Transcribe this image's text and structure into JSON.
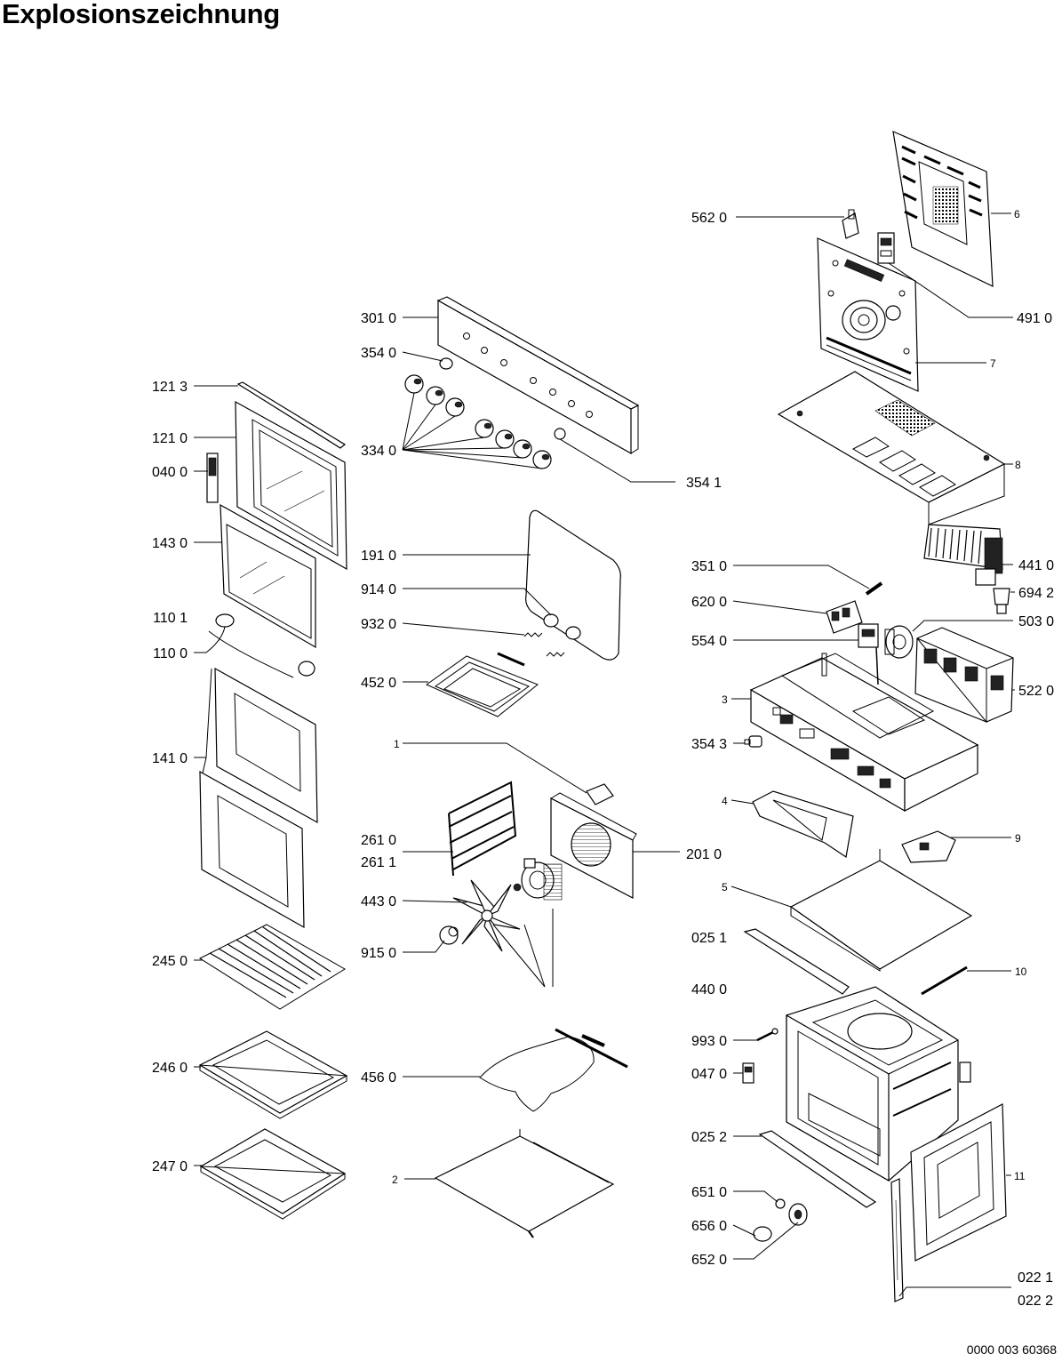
{
  "header": {
    "title": "Explosionszeichnung"
  },
  "footer": {
    "document_code": "0000 003 60368"
  },
  "labels": {
    "l5620": "562 0",
    "l6": "6",
    "l4910": "491 0",
    "l7": "7",
    "l8": "8",
    "l3010": "301 0",
    "l3540": "354 0",
    "l1213": "121 3",
    "l1210": "121 0",
    "l0400": "040 0",
    "l3340": "334 0",
    "l3541": "354 1",
    "l1430": "143 0",
    "l1910": "191 0",
    "l4410": "441 0",
    "l3510": "351 0",
    "l6942": "694 2",
    "l6200": "620 0",
    "l9140": "914 0",
    "l5030": "503 0",
    "l1101": "110 1",
    "l9320": "932 0",
    "l5540": "554 0",
    "l1100": "110 0",
    "l4520": "452 0",
    "l5220": "522 0",
    "l3": "3",
    "l3543": "354 3",
    "l1": "1",
    "l1410": "141 0",
    "l4": "4",
    "l9": "9",
    "l2610": "261 0",
    "l2611": "261 1",
    "l2010": "201 0",
    "l5": "5",
    "l4430": "443 0",
    "l0251": "025 1",
    "l9150": "915 0",
    "l2450": "245 0",
    "l10": "10",
    "l4400": "440 0",
    "l9930": "993 0",
    "l2460": "246 0",
    "l4560": "456 0",
    "l0470": "047 0",
    "l0252": "025 2",
    "l2470": "247 0",
    "l2": "2",
    "l11": "11",
    "l6510": "651 0",
    "l6560": "656 0",
    "l6520": "652 0",
    "l0221": "022 1",
    "l0222": "022 2"
  }
}
